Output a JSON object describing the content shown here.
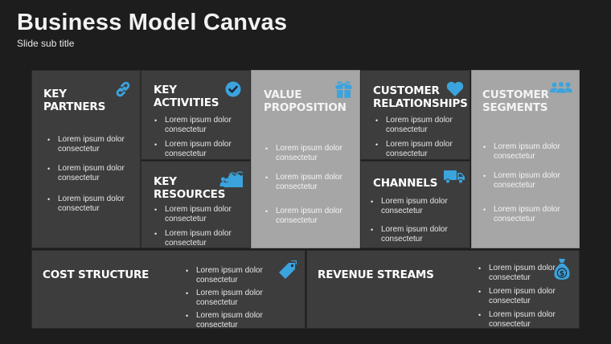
{
  "slide": {
    "title": "Business Model Canvas",
    "subtitle": "Slide sub title"
  },
  "colors": {
    "background": "#1d1d1d",
    "dark_block": "#3d3d3d",
    "light_block": "#a6a6a6",
    "accent_icon": "#3ba3dd",
    "heading_text": "#ffffff"
  },
  "blocks": {
    "key_partners": {
      "heading_line1": "KEY",
      "heading_line2": "PARTNERS",
      "icon": "link-icon",
      "items": [
        "Lorem ipsum dolor consectetur",
        "Lorem ipsum dolor consectetur",
        "Lorem ipsum dolor consectetur"
      ]
    },
    "key_activities": {
      "heading_line1": "KEY",
      "heading_line2": "ACTIVITIES",
      "icon": "check-circle-icon",
      "items": [
        "Lorem ipsum dolor consectetur",
        "Lorem ipsum dolor consectetur"
      ]
    },
    "key_resources": {
      "heading_line1": "KEY",
      "heading_line2": "RESOURCES",
      "icon": "factory-people-icon",
      "items": [
        "Lorem ipsum dolor consectetur",
        "Lorem ipsum dolor consectetur"
      ]
    },
    "value_proposition": {
      "heading_line1": "VALUE",
      "heading_line2": "PROPOSITION",
      "icon": "gift-icon",
      "items": [
        "Lorem ipsum dolor consectetur",
        "Lorem ipsum dolor consectetur",
        "Lorem ipsum dolor consectetur"
      ]
    },
    "customer_relationships": {
      "heading_line1": "CUSTOMER",
      "heading_line2": "RELATIONSHIPS",
      "icon": "heart-icon",
      "items": [
        "Lorem ipsum dolor consectetur",
        "Lorem ipsum dolor consectetur"
      ]
    },
    "channels": {
      "heading_line1": "CHANNELS",
      "icon": "truck-icon",
      "items": [
        "Lorem ipsum dolor consectetur",
        "Lorem ipsum dolor consectetur"
      ]
    },
    "customer_segments": {
      "heading_line1": "CUSTOMER",
      "heading_line2": "SEGMENTS",
      "icon": "users-group-icon",
      "items": [
        "Lorem ipsum dolor consectetur",
        "Lorem ipsum dolor consectetur",
        "Lorem ipsum dolor consectetur"
      ]
    },
    "cost_structure": {
      "heading_line1": "COST STRUCTURE",
      "icon": "tags-icon",
      "items": [
        "Lorem ipsum dolor consectetur",
        "Lorem ipsum dolor consectetur",
        "Lorem ipsum dolor consectetur"
      ]
    },
    "revenue_streams": {
      "heading_line1": "REVENUE STREAMS",
      "icon": "money-bag-icon",
      "items": [
        "Lorem ipsum dolor consectetur",
        "Lorem ipsum dolor consectetur",
        "Lorem ipsum dolor consectetur"
      ]
    }
  }
}
